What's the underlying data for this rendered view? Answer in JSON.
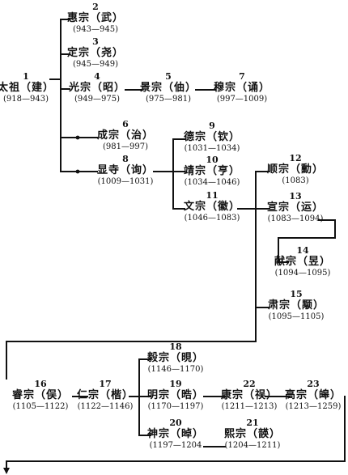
{
  "rulers": [
    {
      "id": "taizu",
      "num": "1",
      "name": "太祖（建）",
      "years": "(918—943)"
    },
    {
      "id": "huizong",
      "num": "2",
      "name": "惠宗（武）",
      "years": "(943—945)"
    },
    {
      "id": "dingzong",
      "num": "3",
      "name": "定宗（尧）",
      "years": "(945—949)"
    },
    {
      "id": "guangzong",
      "num": "4",
      "name": "光宗（昭）",
      "years": "(949—975)"
    },
    {
      "id": "jingzong",
      "num": "5",
      "name": "景宗（伷）",
      "years": "(975—981)"
    },
    {
      "id": "mokzong",
      "num": "7",
      "name": "穆宗（诵）",
      "years": "(997—1009)"
    },
    {
      "id": "seongzong",
      "num": "6",
      "name": "成宗（治）",
      "years": "(981—997)"
    },
    {
      "id": "hyeonzong",
      "num": "8",
      "name": "显寺（询）",
      "years": "(1009—1031)"
    },
    {
      "id": "deokzong",
      "num": "9",
      "name": "德宗（钦）",
      "years": "(1031—1034)"
    },
    {
      "id": "jeongzong",
      "num": "10",
      "name": "靖宗（亨）",
      "years": "(1034—1046)"
    },
    {
      "id": "munzong",
      "num": "11",
      "name": "文宗（徽）",
      "years": "(1046—1083)"
    },
    {
      "id": "sunzong",
      "num": "12",
      "name": "顺宗（勳）",
      "years": "(1083)"
    },
    {
      "id": "seonzong",
      "num": "13",
      "name": "宣宗（运）",
      "years": "(1083—1094)"
    },
    {
      "id": "heonzong",
      "num": "14",
      "name": "献宗（昱）",
      "years": "(1094—1095)"
    },
    {
      "id": "sukzong",
      "num": "15",
      "name": "肃宗（颙）",
      "years": "(1095—1105)"
    },
    {
      "id": "yejong",
      "num": "16",
      "name": "睿宗（俣）",
      "years": "(1105—1122)"
    },
    {
      "id": "injong",
      "num": "17",
      "name": "仁宗（楷）",
      "years": "(1122—1146)"
    },
    {
      "id": "uijong",
      "num": "18",
      "name": "毅宗（晛）",
      "years": "(1146—1170)"
    },
    {
      "id": "myeongjong",
      "num": "19",
      "name": "明宗（晧）",
      "years": "(1170—1197)"
    },
    {
      "id": "sinjong",
      "num": "20",
      "name": "神宗（晫）",
      "years": "(1197—1204"
    },
    {
      "id": "huijong",
      "num": "21",
      "name": "熙宗（韺）",
      "years": "(1204—1211)"
    },
    {
      "id": "gangjong",
      "num": "22",
      "name": "康宗（祦）",
      "years": "(1211—1213)"
    },
    {
      "id": "gojong",
      "num": "23",
      "name": "高宗（皞）",
      "years": "(1213—1259)"
    }
  ]
}
